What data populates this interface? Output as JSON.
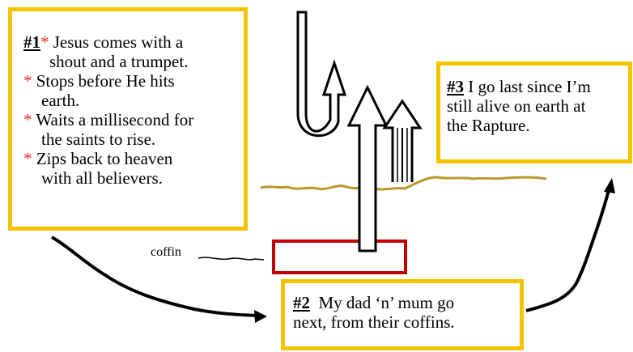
{
  "box1": {
    "items": [
      {
        "marker": "#1",
        "star": "*",
        "line1": " Jesus comes with a",
        "line2": "shout and a trumpet."
      },
      {
        "star": "*",
        "line1": " Stops before He hits",
        "line2": "earth."
      },
      {
        "star": "*",
        "line1": " Waits a millisecond for",
        "line2": "the saints to rise."
      },
      {
        "star": "*",
        "line1": " Zips back to heaven",
        "line2": "with all believers."
      }
    ]
  },
  "box2": {
    "marker": "#2",
    "line1": "  My dad ‘n’ mum go",
    "line2": "next, from their coffins."
  },
  "box3": {
    "marker": "#3",
    "line1": " I go last since I’m",
    "line2": "still alive on earth at",
    "line3": "the Rapture."
  },
  "coffin_label": "coffin",
  "colors": {
    "box_border": "#f5c400",
    "star": "#e0322b",
    "coffin": "#c00000",
    "ground": "#b89a2a"
  }
}
